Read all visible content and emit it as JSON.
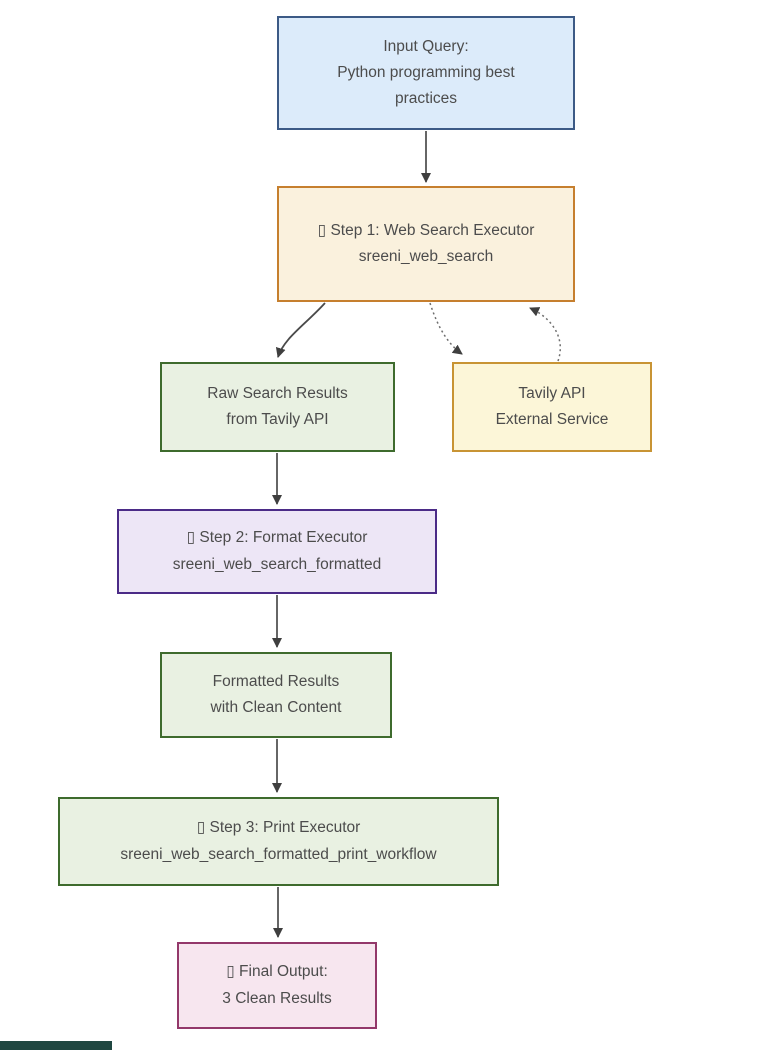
{
  "diagram": {
    "title": "Web search workflow diagram",
    "nodes": {
      "input": {
        "lines": [
          "Input Query:",
          "Python programming best practices"
        ],
        "fill": "#dcebfa",
        "border": "#3c5a86"
      },
      "step1": {
        "lines": [
          "▯ Step 1: Web Search Executor",
          "sreeni_web_search"
        ],
        "fill": "#faf1dd",
        "border": "#c67f2e"
      },
      "raw": {
        "lines": [
          "Raw Search Results",
          "from Tavily API"
        ],
        "fill": "#e9f1e2",
        "border": "#3e6b2d"
      },
      "tavily": {
        "lines": [
          "Tavily API",
          "External Service"
        ],
        "fill": "#fcf6d8",
        "border": "#c89434"
      },
      "step2": {
        "lines": [
          "▯ Step 2: Format Executor",
          "sreeni_web_search_formatted"
        ],
        "fill": "#ede6f6",
        "border": "#4b2b87"
      },
      "formatted": {
        "lines": [
          "Formatted Results",
          "with Clean Content"
        ],
        "fill": "#e9f1e2",
        "border": "#3e6b2d"
      },
      "step3": {
        "lines": [
          "▯ Step 3: Print Executor",
          "sreeni_web_search_formatted_print_workflow"
        ],
        "fill": "#e9f1e2",
        "border": "#3e6b2d"
      },
      "final": {
        "lines": [
          "▯ Final Output:",
          "3 Clean Results"
        ],
        "fill": "#f7e6ef",
        "border": "#93386a"
      }
    },
    "edges": [
      {
        "from": "input",
        "to": "step1",
        "style": "solid"
      },
      {
        "from": "step1",
        "to": "raw",
        "style": "solid"
      },
      {
        "from": "step1",
        "to": "tavily",
        "style": "dotted"
      },
      {
        "from": "tavily",
        "to": "step1",
        "style": "dotted"
      },
      {
        "from": "raw",
        "to": "step2",
        "style": "solid"
      },
      {
        "from": "step2",
        "to": "formatted",
        "style": "solid"
      },
      {
        "from": "formatted",
        "to": "step3",
        "style": "solid"
      },
      {
        "from": "step3",
        "to": "final",
        "style": "solid"
      }
    ],
    "colors": {
      "background": "#ffffff",
      "text": "#4c4c4c",
      "arrow": "#3f3f3f",
      "dotted_arrow": "#6e6e6e",
      "bottom_left_strip": "#1f4741"
    }
  }
}
